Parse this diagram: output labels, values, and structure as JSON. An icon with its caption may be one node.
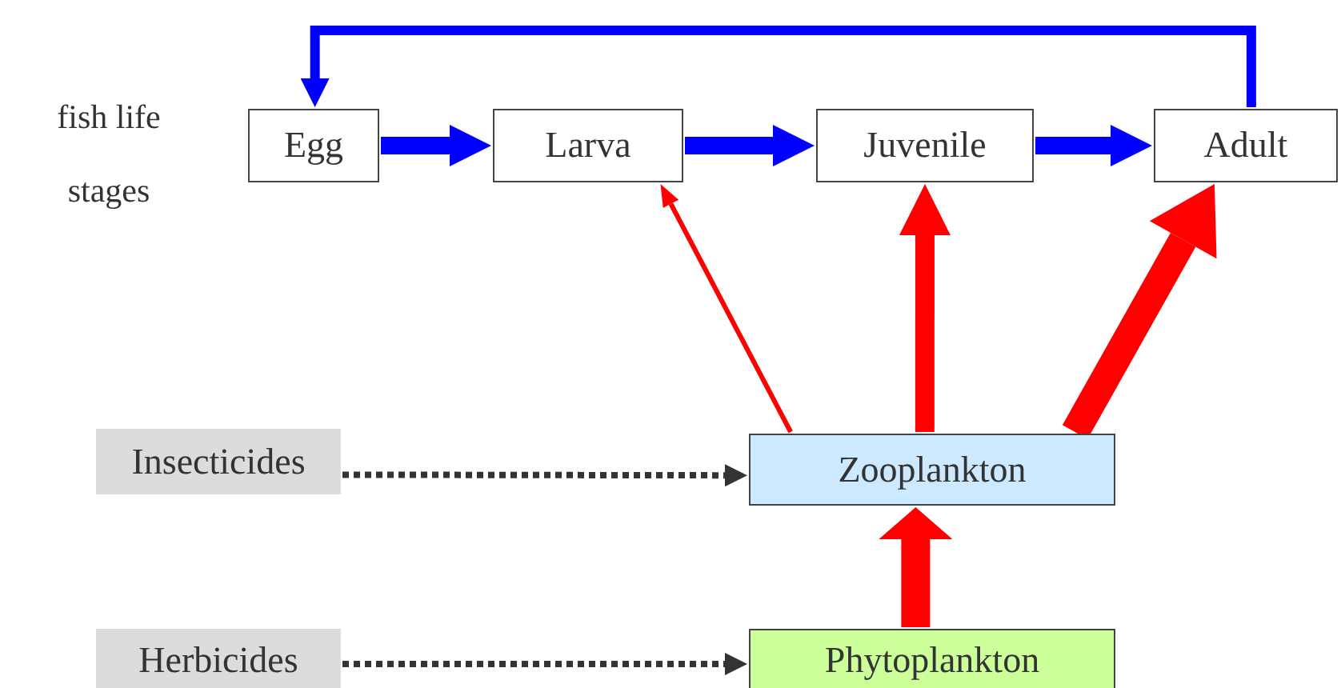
{
  "diagram": {
    "nodes": [
      {
        "text": [
          "Egg"
        ]
      },
      {
        "text": [
          "Larva"
        ]
      },
      {
        "text": [
          "Juvenile"
        ]
      },
      {
        "text": [
          "Adult"
        ]
      },
      {
        "text": [
          "Insecticides"
        ]
      },
      {
        "text": [
          "Zooplankton"
        ]
      },
      {
        "text": [
          "Herbicides"
        ]
      },
      {
        "text": [
          "Phytoplankton"
        ]
      }
    ],
    "edges": [
      {
        "from": 0,
        "to": 1,
        "arrow": "to",
        "color": "#0000ff"
      },
      {
        "from": 1,
        "to": 2,
        "arrow": "to",
        "color": "#0000ff"
      },
      {
        "from": 2,
        "to": 3,
        "arrow": "to",
        "color": "#0000ff"
      },
      {
        "from": 3,
        "to": 0,
        "arrow": "to",
        "color": "#0000ff"
      },
      {
        "from": 5,
        "to": 1,
        "arrow": "to",
        "color": "#ff0000"
      },
      {
        "from": 5,
        "to": 2,
        "arrow": "to",
        "color": "#ff0000"
      },
      {
        "from": 5,
        "to": 3,
        "arrow": "to",
        "color": "#ff0000"
      },
      {
        "from": 7,
        "to": 5,
        "arrow": "to",
        "color": "#ff0000"
      },
      {
        "from": 4,
        "to": 5,
        "arrow": "to",
        "style": "dashed",
        "color": "#333333"
      },
      {
        "from": 6,
        "to": 7,
        "arrow": "to",
        "style": "dashed",
        "color": "#333333"
      }
    ],
    "labels": [
      "fish life stages"
    ]
  }
}
